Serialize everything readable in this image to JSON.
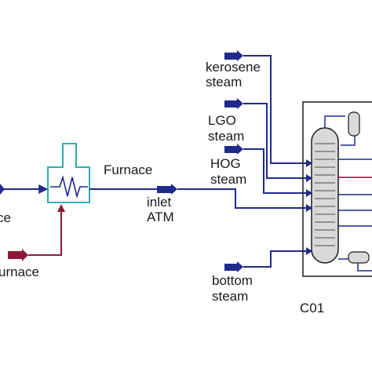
{
  "labels": {
    "furnace_top": "Furnace",
    "inlet_line1": "inlet",
    "inlet_line2": "ATM",
    "furnace_fuel": "urnace",
    "feed_partial": "ce",
    "kerosene_line1": "kerosene",
    "kerosene_line2": "steam",
    "lgo_line1": "LGO",
    "lgo_line2": "steam",
    "hog_line1": "HOG",
    "hog_line2": "steam",
    "bottom_line1": "bottom",
    "bottom_line2": "steam",
    "column": "C01"
  },
  "colors": {
    "process_stream": "#1f2a8a",
    "utility_stream": "#8b1a3a",
    "heater": "#1aa3a3",
    "vessel_outline": "#1a1a1a",
    "vessel_fill": "#d9d9d9",
    "column_outlet": "#c2185b"
  },
  "icons": {
    "heater": "heat-exchanger-icon",
    "column": "distillation-column-icon",
    "drum": "reflux-drum-icon",
    "reboiler": "reboiler-icon",
    "stream_arrow": "stream-arrow-icon"
  }
}
